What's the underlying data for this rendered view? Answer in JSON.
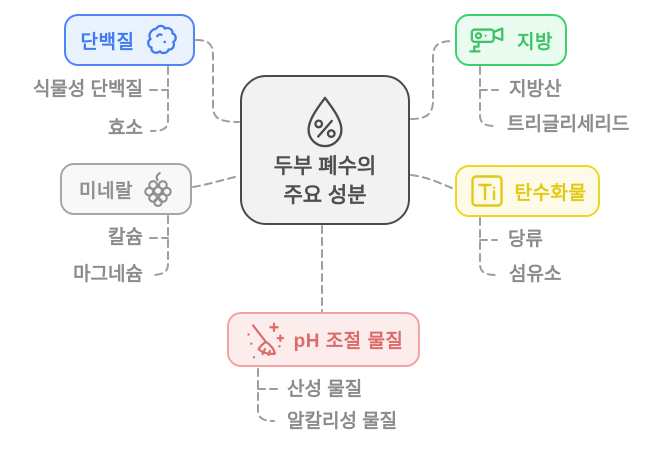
{
  "diagram": {
    "center": {
      "line1": "두부 폐수의",
      "line2": "주요 성분",
      "icon": "droplet-percent-icon"
    },
    "branches": [
      {
        "id": "protein",
        "label": "단백질",
        "icon": "protein-molecule-icon",
        "border_color": "#4e86f7",
        "fill_color": "#eaf2fe",
        "text_color": "#3f7bf3",
        "children": [
          "식물성 단백질",
          "효소"
        ]
      },
      {
        "id": "fat",
        "label": "지방",
        "icon": "cctv-camera-icon",
        "border_color": "#3ed06e",
        "fill_color": "#eafbf0",
        "text_color": "#3cc368",
        "children": [
          "지방산",
          "트리글리세리드"
        ]
      },
      {
        "id": "mineral",
        "label": "미네랄",
        "icon": "raspberry-icon",
        "border_color": "#a6a6a6",
        "fill_color": "#f8f8f8",
        "text_color": "#8f8f8f",
        "children": [
          "칼슘",
          "마그네슘"
        ]
      },
      {
        "id": "carbohydrate",
        "label": "탄수화물",
        "icon": "ti-square-icon",
        "border_color": "#efd71f",
        "fill_color": "#fdfbe7",
        "text_color": "#e2c915",
        "children": [
          "당류",
          "섬유소"
        ]
      },
      {
        "id": "ph_control",
        "label": "pH 조절 물질",
        "icon": "magic-broom-icon",
        "border_color": "#f2a3a3",
        "fill_color": "#fdecec",
        "text_color": "#dd6b6b",
        "children": [
          "산성 물질",
          "알칼리성 물질"
        ]
      }
    ],
    "center_border_color": "#4a4a4a",
    "center_fill_color": "#f2f2f2",
    "connector_color": "#9e9e9e",
    "background_color": "#ffffff"
  }
}
